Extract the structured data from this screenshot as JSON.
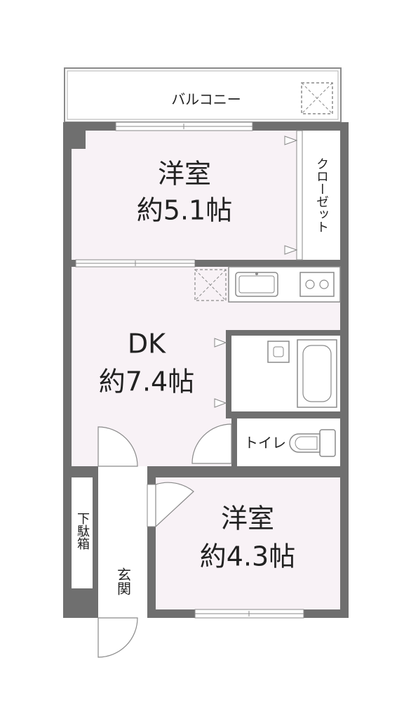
{
  "rooms": {
    "balcony": {
      "name": "バルコニー"
    },
    "western_north": {
      "name": "洋室",
      "size": "約5.1帖"
    },
    "closet": {
      "name": "クローゼット"
    },
    "dk": {
      "name": "DK",
      "size": "約7.4帖"
    },
    "toilet": {
      "name": "トイレ"
    },
    "shoe_box": {
      "name": "下駄箱"
    },
    "entrance": {
      "name": "玄関"
    },
    "western_south": {
      "name": "洋室",
      "size": "約4.3帖"
    }
  },
  "colors": {
    "wall": "#6f6f6f",
    "room_fill": "#f8f2f6",
    "line": "#8a8a8a",
    "background": "#ffffff"
  }
}
